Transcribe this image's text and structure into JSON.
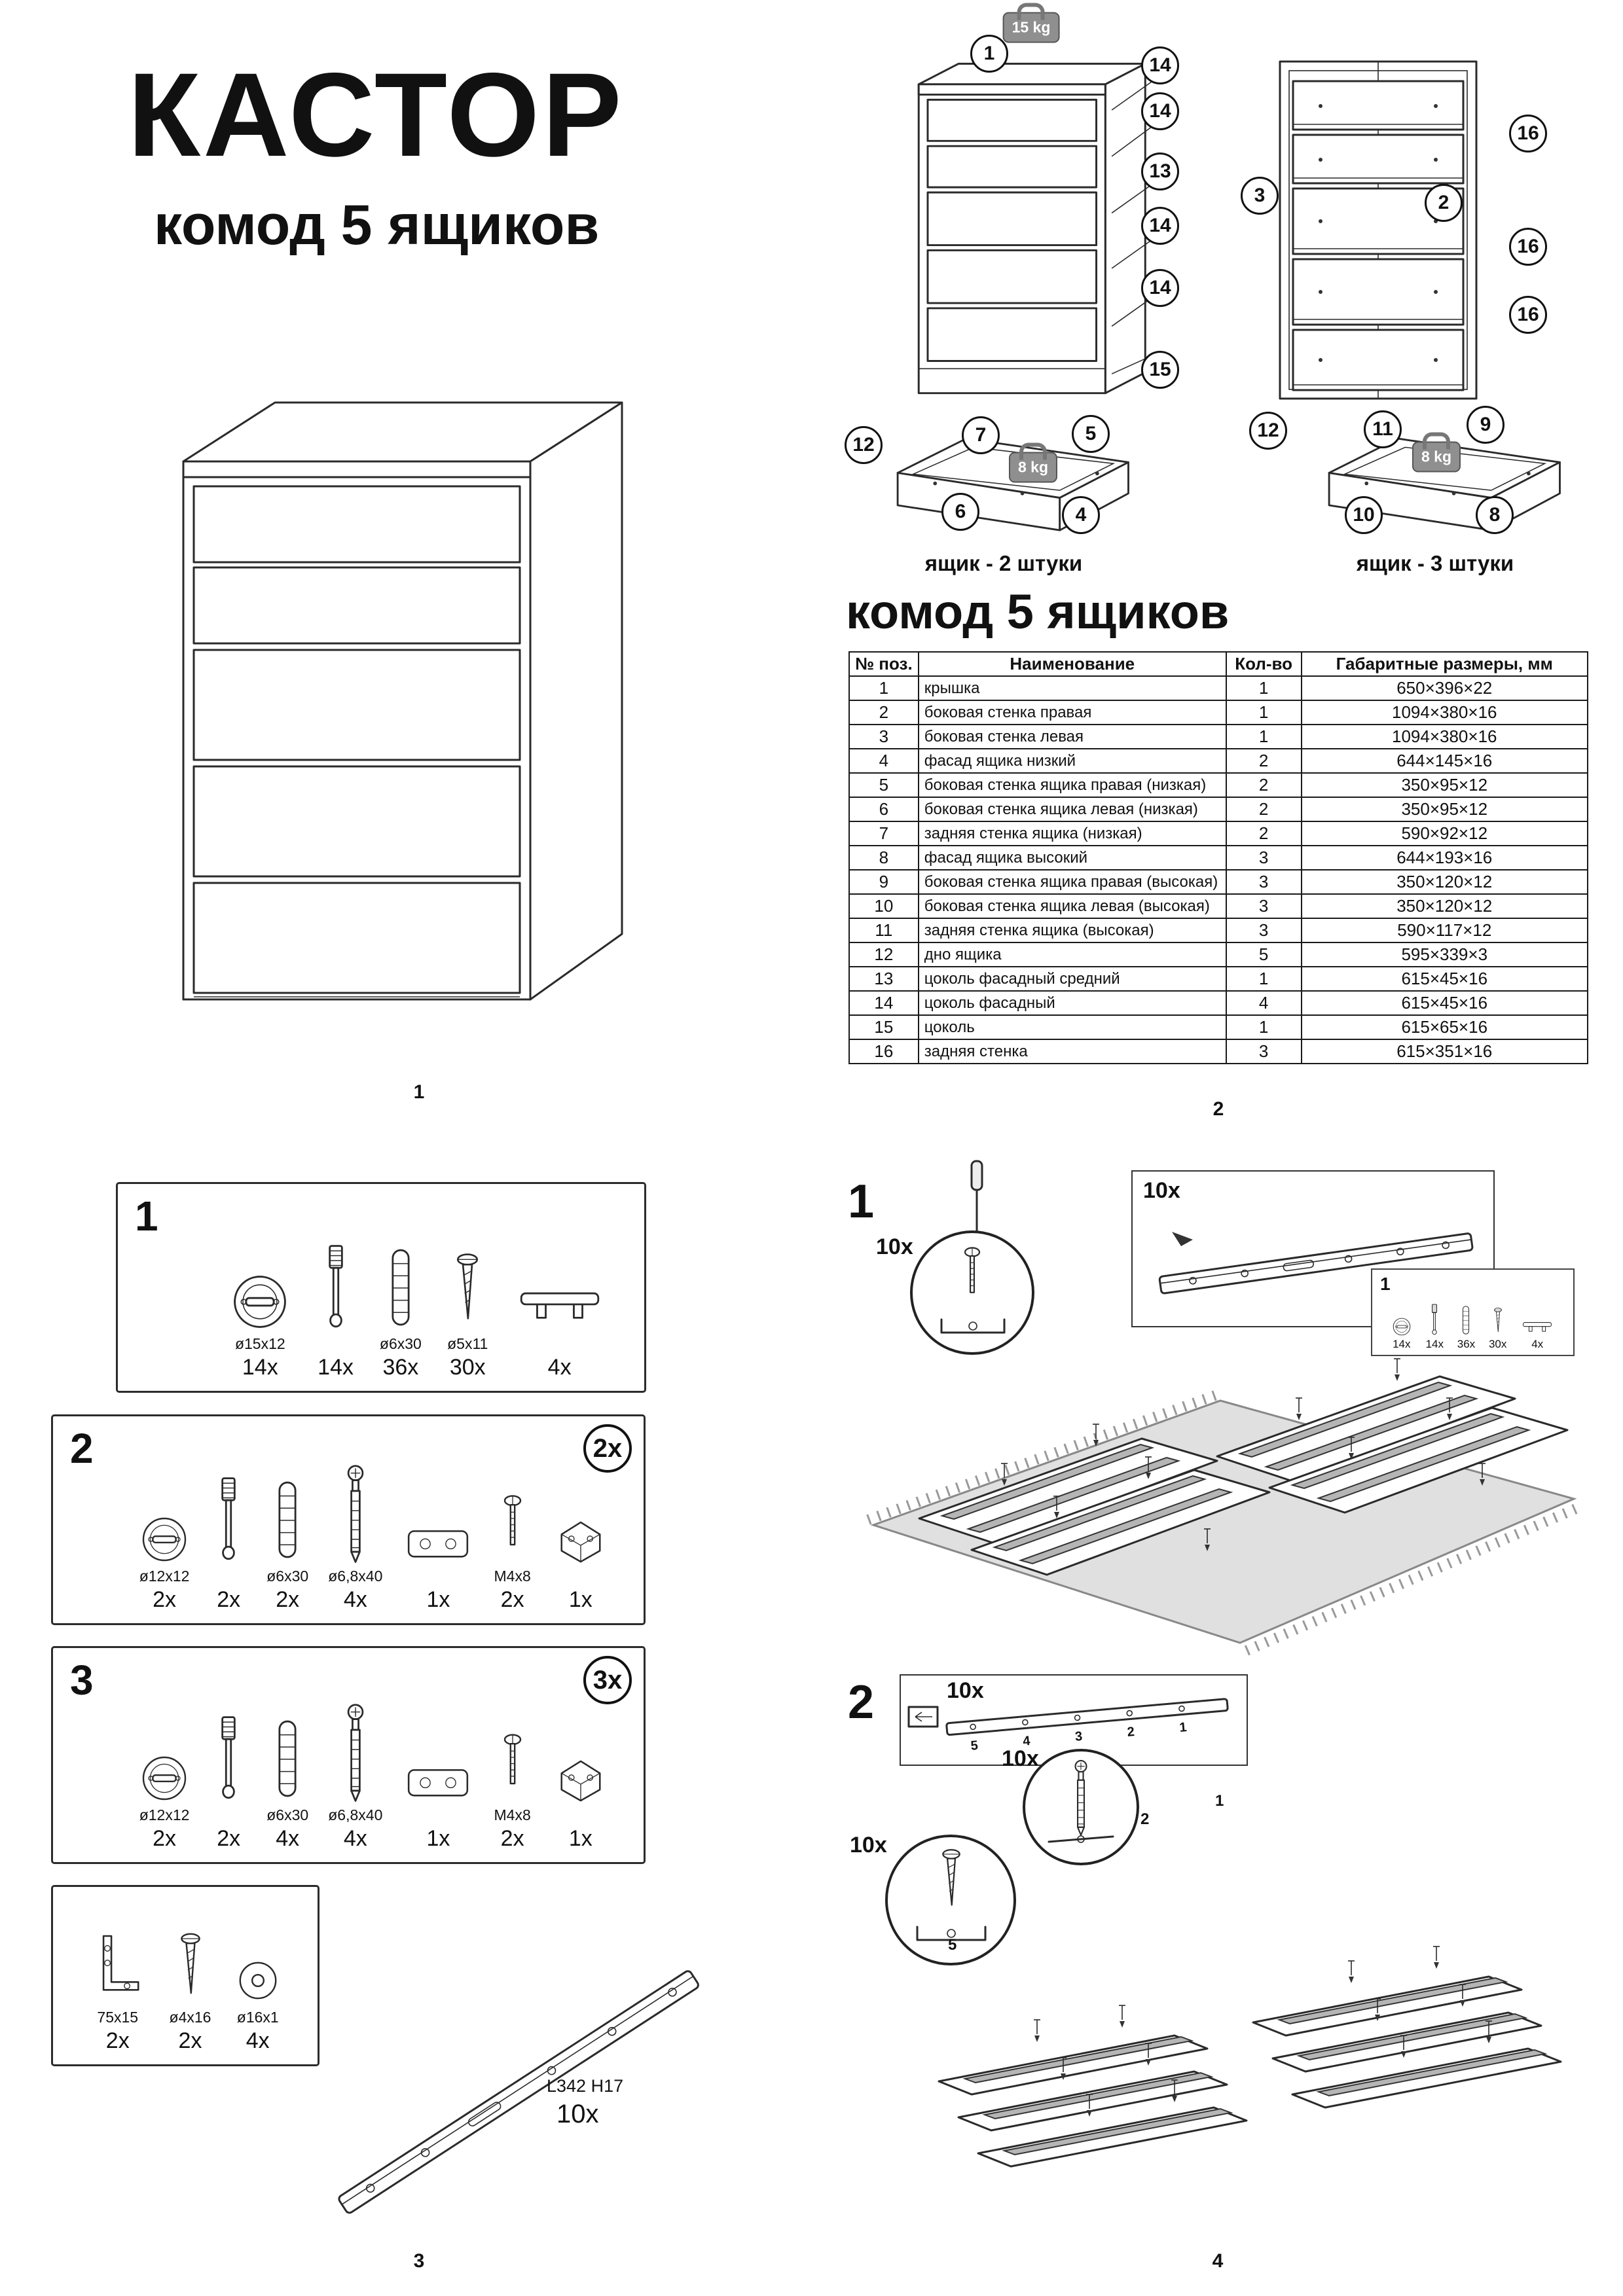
{
  "title": {
    "main": "КАСТОР",
    "subtitle": "комод 5 ящиков"
  },
  "page_numbers": {
    "p1": "1",
    "p2": "2",
    "p3": "3",
    "p4": "4"
  },
  "exploded": {
    "weight_top": "15 kg",
    "weight_drawer_low": "8 kg",
    "weight_drawer_high": "8 kg",
    "front_callouts": [
      "1",
      "14",
      "14",
      "13",
      "14",
      "14",
      "15"
    ],
    "back_callouts": [
      "3",
      "2",
      "16",
      "16",
      "16"
    ],
    "drawer_low": {
      "callouts": [
        "12",
        "7",
        "5",
        "6",
        "4"
      ],
      "caption": "ящик - 2 штуки"
    },
    "drawer_high": {
      "callouts": [
        "12",
        "11",
        "9",
        "10",
        "8"
      ],
      "caption": "ящик - 3 штуки"
    }
  },
  "parts_table": {
    "heading": "комод 5 ящиков",
    "columns": [
      "№ поз.",
      "Наименование",
      "Кол-во",
      "Габаритные размеры, мм"
    ],
    "rows": [
      [
        "1",
        "крышка",
        "1",
        "650×396×22"
      ],
      [
        "2",
        "боковая стенка правая",
        "1",
        "1094×380×16"
      ],
      [
        "3",
        "боковая стенка левая",
        "1",
        "1094×380×16"
      ],
      [
        "4",
        "фасад ящика низкий",
        "2",
        "644×145×16"
      ],
      [
        "5",
        "боковая стенка ящика правая (низкая)",
        "2",
        "350×95×12"
      ],
      [
        "6",
        "боковая стенка ящика левая (низкая)",
        "2",
        "350×95×12"
      ],
      [
        "7",
        "задняя стенка ящика (низкая)",
        "2",
        "590×92×12"
      ],
      [
        "8",
        "фасад ящика высокий",
        "3",
        "644×193×16"
      ],
      [
        "9",
        "боковая стенка ящика правая (высокая)",
        "3",
        "350×120×12"
      ],
      [
        "10",
        "боковая стенка ящика левая (высокая)",
        "3",
        "350×120×12"
      ],
      [
        "11",
        "задняя стенка ящика (высокая)",
        "3",
        "590×117×12"
      ],
      [
        "12",
        "дно ящика",
        "5",
        "595×339×3"
      ],
      [
        "13",
        "цоколь фасадный средний",
        "1",
        "615×45×16"
      ],
      [
        "14",
        "цоколь фасадный",
        "4",
        "615×45×16"
      ],
      [
        "15",
        "цоколь",
        "1",
        "615×65×16"
      ],
      [
        "16",
        "задняя стенка",
        "3",
        "615×351×16"
      ]
    ]
  },
  "hardware": {
    "kit1": {
      "label": "1",
      "items": [
        {
          "size": "ø15x12",
          "count": "14x"
        },
        {
          "size": "",
          "count": "14x"
        },
        {
          "size": "ø6x30",
          "count": "36x"
        },
        {
          "size": "ø5x11",
          "count": "30x"
        },
        {
          "size": "",
          "count": "4x"
        }
      ]
    },
    "kit2": {
      "label": "2",
      "multiplier": "2x",
      "items": [
        {
          "size": "ø12x12",
          "count": "2x"
        },
        {
          "size": "",
          "count": "2x"
        },
        {
          "size": "ø6x30",
          "count": "2x"
        },
        {
          "size": "ø6,8x40",
          "count": "4x"
        },
        {
          "size": "",
          "count": "1x"
        },
        {
          "size": "M4x8",
          "count": "2x"
        },
        {
          "size": "",
          "count": "1x"
        }
      ]
    },
    "kit3": {
      "label": "3",
      "multiplier": "3x",
      "items": [
        {
          "size": "ø12x12",
          "count": "2x"
        },
        {
          "size": "",
          "count": "2x"
        },
        {
          "size": "ø6x30",
          "count": "4x"
        },
        {
          "size": "ø6,8x40",
          "count": "4x"
        },
        {
          "size": "",
          "count": "1x"
        },
        {
          "size": "M4x8",
          "count": "2x"
        },
        {
          "size": "",
          "count": "1x"
        }
      ]
    },
    "kit4": {
      "items": [
        {
          "size": "75x15",
          "count": "2x"
        },
        {
          "size": "ø4x16",
          "count": "2x"
        },
        {
          "size": "ø16x1",
          "count": "4x"
        }
      ]
    },
    "rail": {
      "label": "L342 H17",
      "count": "10x"
    }
  },
  "steps": {
    "step1": {
      "label": "1",
      "screws_count": "10x",
      "rails_count": "10x",
      "kit_ref": {
        "label": "1",
        "counts": [
          "14x",
          "14x",
          "36x",
          "30x",
          "4x"
        ]
      }
    },
    "step2": {
      "label": "2",
      "rails_count": "10x",
      "confirmat_count": "10x",
      "screws_count": "10x",
      "rail_numbers": [
        "5",
        "4",
        "3",
        "2",
        "1"
      ],
      "detail_labels": [
        "5",
        "2",
        "1"
      ]
    }
  }
}
